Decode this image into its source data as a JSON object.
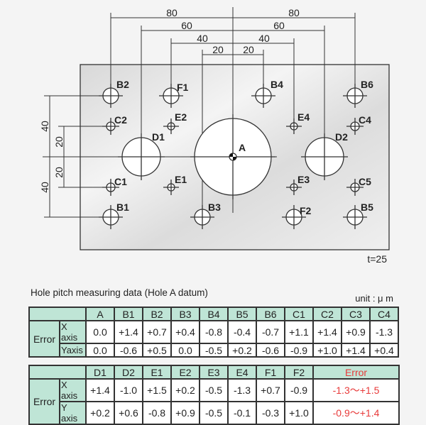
{
  "drawing": {
    "dims_top": [
      "80",
      "60",
      "40",
      "20",
      "20",
      "40",
      "60",
      "80"
    ],
    "dims_left": [
      "40",
      "20",
      "20",
      "40"
    ],
    "labels": {
      "A": "A",
      "B1": "B1",
      "B2": "B2",
      "B3": "B3",
      "B4": "B4",
      "B5": "B5",
      "B6": "B6",
      "C1": "C1",
      "C2": "C2",
      "C4": "C4",
      "C5": "C5",
      "D1": "D1",
      "D2": "D2",
      "E1": "E1",
      "E2": "E2",
      "E3": "E3",
      "E4": "E4",
      "F1": "F1",
      "F2": "F2"
    },
    "thickness": "t=25"
  },
  "title": "Hole pitch measuring data (Hole A datum)",
  "unit": "unit : μ m",
  "table1": {
    "headers": [
      "A",
      "B1",
      "B2",
      "B3",
      "B4",
      "B5",
      "B6",
      "C1",
      "C2",
      "C3",
      "C4"
    ],
    "row_label": "Error",
    "x_label": "X axis",
    "y_label": "Yaxis",
    "x": [
      "0.0",
      "+1.4",
      "+0.7",
      "+0.4",
      "-0.8",
      "-0.4",
      "-0.7",
      "+1.1",
      "+1.4",
      "+0.9",
      "-1.3"
    ],
    "y": [
      "0.0",
      "-0.6",
      "+0.5",
      "0.0",
      "-0.5",
      "+0.2",
      "-0.6",
      "-0.9",
      "+1.0",
      "+1.4",
      "+0.4"
    ]
  },
  "table2": {
    "headers": [
      "D1",
      "D2",
      "E1",
      "E2",
      "E3",
      "E4",
      "F1",
      "F2"
    ],
    "range_header": "Error",
    "row_label": "Error",
    "x_label": "X axis",
    "y_label": "Y axis",
    "x": [
      "+1.4",
      "-1.0",
      "+1.5",
      "+0.2",
      "-0.5",
      "-1.3",
      "+0.7",
      "-0.9"
    ],
    "y": [
      "+0.2",
      "+0.6",
      "-0.8",
      "+0.9",
      "-0.5",
      "-0.1",
      "-0.3",
      "+1.0"
    ],
    "x_range": "-1.3〜+1.5",
    "y_range": "-0.9〜+1.4"
  }
}
